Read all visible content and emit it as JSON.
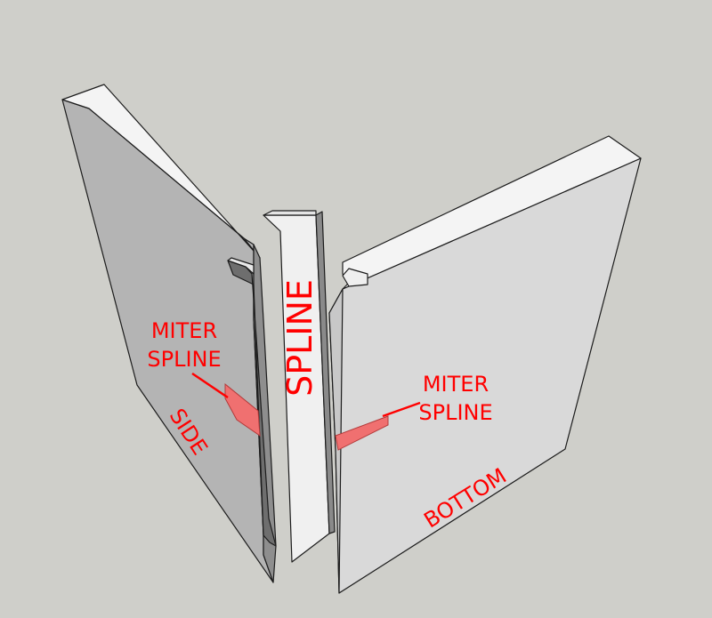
{
  "colors": {
    "background": "#cfcfca",
    "board_face_left": "#b4b4b4",
    "board_face_right": "#d9d9d9",
    "board_top": "#f4f4f4",
    "board_edge": "#8e8e8e",
    "spline_front": "#f0f0f0",
    "spline_side": "#8a8a8a",
    "groove": "#6e6e6e",
    "miter_spline": "#f07070",
    "label": "#ff0000"
  },
  "labels": {
    "spline": "SPLINE",
    "side": "SIDE",
    "bottom": "BOTTOM",
    "miter_left_line1": "MITER",
    "miter_left_line2": "SPLINE",
    "miter_right_line1": "MITER",
    "miter_right_line2": "SPLINE"
  }
}
